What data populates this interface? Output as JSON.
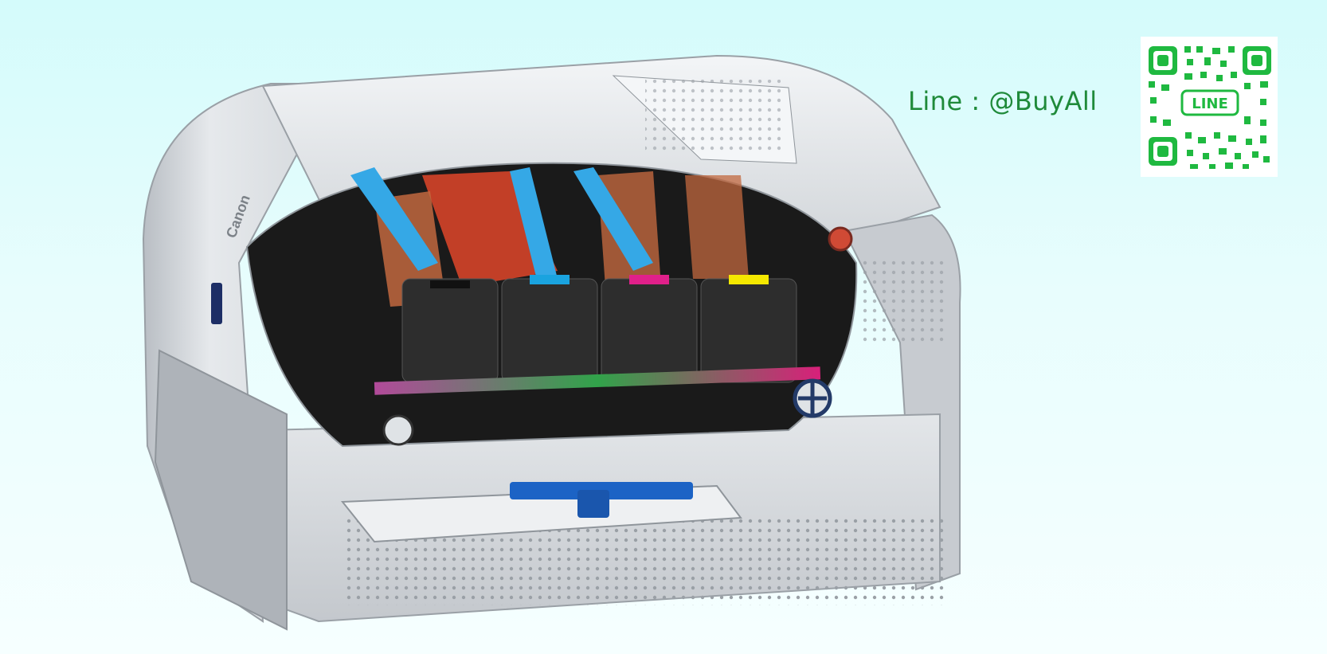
{
  "contact": {
    "line_text": "Line : @BuyAll",
    "qr_badge_text": "LINE",
    "accent_color": "#1fb940",
    "text_color": "#1f8a3a"
  },
  "product": {
    "brand_text": "Canon",
    "toner_colors": [
      "#111111",
      "#1aa3df",
      "#e0208a",
      "#f5e800"
    ]
  }
}
